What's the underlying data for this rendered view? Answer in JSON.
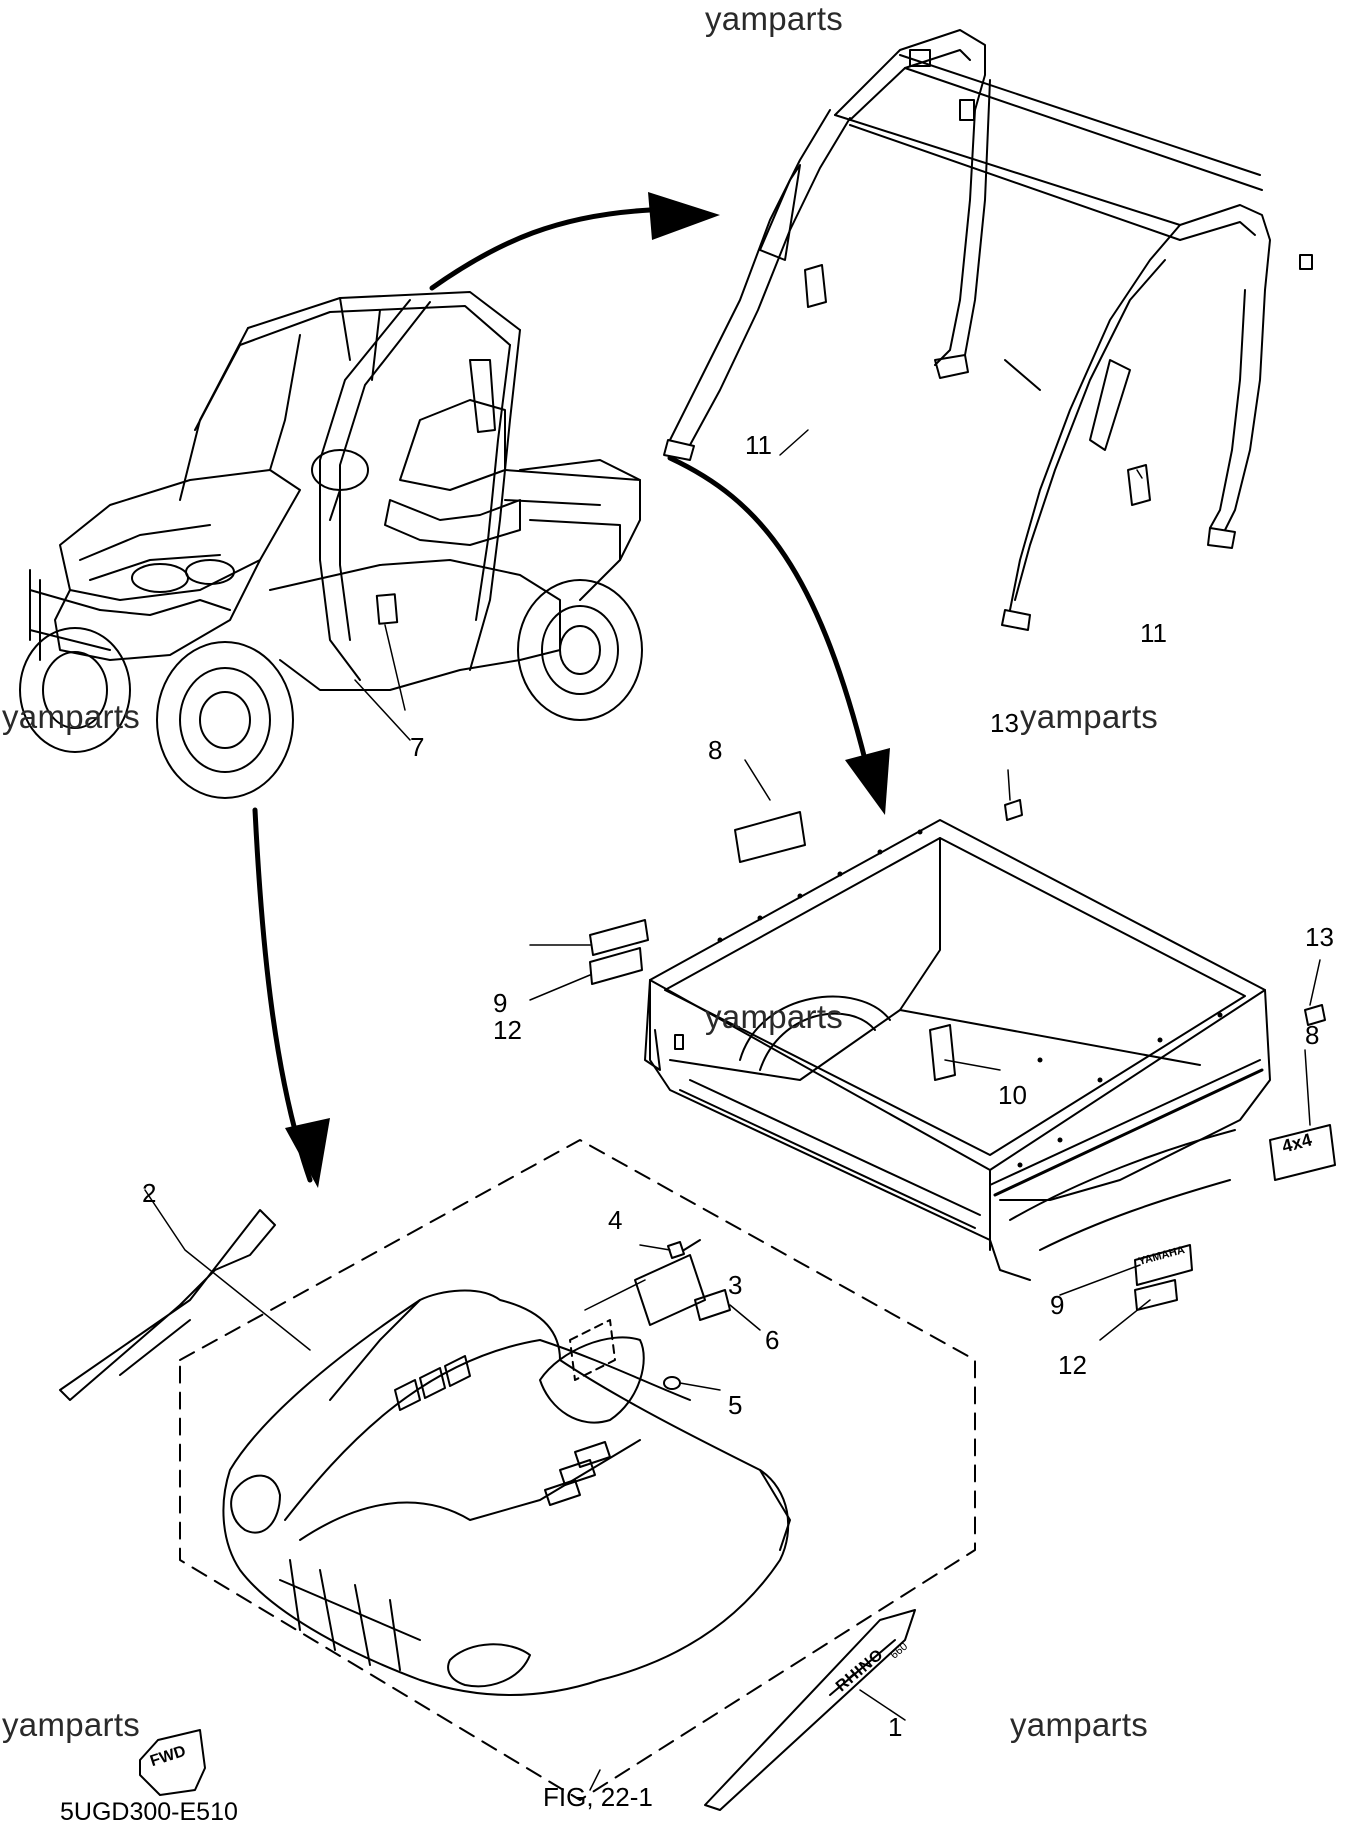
{
  "watermarks": [
    "yamparts",
    "yamparts",
    "yamparts",
    "yamparts",
    "yamparts",
    "yamparts"
  ],
  "callouts": {
    "c1": "1",
    "c2": "2",
    "c3": "3",
    "c4": "4",
    "c5": "5",
    "c6": "6",
    "c7": "7",
    "c8a": "8",
    "c8b": "8",
    "c9a": "9",
    "c9b": "9",
    "c10": "10",
    "c11a": "11",
    "c11b": "11",
    "c12a": "12",
    "c12b": "12",
    "c13a": "13",
    "c13b": "13"
  },
  "figure_ref": "FIG, 22-1",
  "diagram_code": "5UGD300-E510",
  "fwd_label": "FWD",
  "decal_rhino": "RHINO",
  "decal_rhino_sub": "660",
  "decal_4x4": "4x4",
  "decal_yamaha": "YAMAHA",
  "colors": {
    "line": "#000000",
    "background": "#ffffff",
    "watermark": "#2a2a2a"
  }
}
